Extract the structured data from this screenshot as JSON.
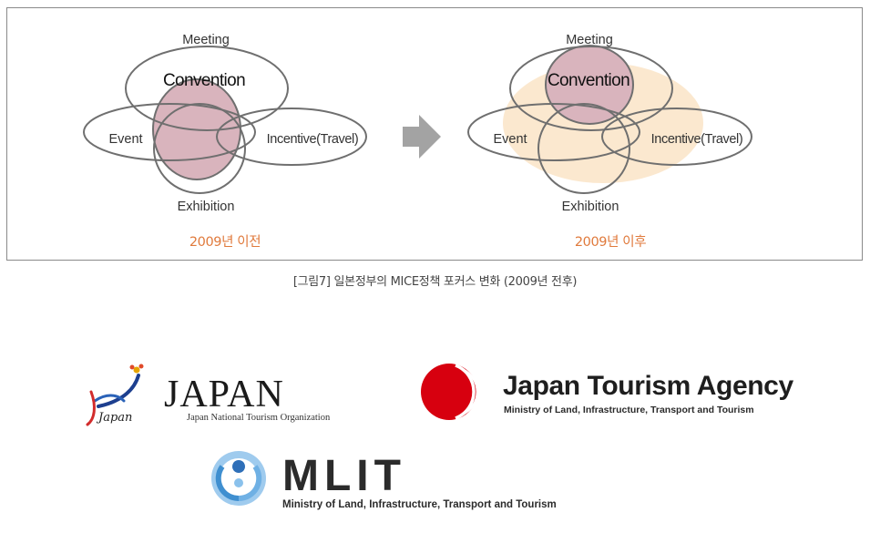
{
  "diagrams": [
    {
      "id": "before",
      "labels": {
        "meeting": "Meeting",
        "convention": "Convention",
        "event": "Event",
        "incentive": "Incentive(Travel)",
        "exhibition": "Exhibition"
      },
      "period": "2009년 이전",
      "highlight": false
    },
    {
      "id": "after",
      "labels": {
        "meeting": "Meeting",
        "convention": "Convention",
        "event": "Event",
        "incentive": "Incentive(Travel)",
        "exhibition": "Exhibition"
      },
      "period": "2009년 이후",
      "highlight": true
    }
  ],
  "caption": "[그림7] 일본정부의 MICE정책 포커스 변화 (2009년 전후)",
  "logos": {
    "jnto": {
      "script_word": "Japan",
      "wordmark": "JAPAN",
      "subtitle": "Japan National Tourism Organization"
    },
    "jta": {
      "name": "Japan Tourism Agency",
      "subtitle": "Ministry of Land, Infrastructure, Transport and Tourism"
    },
    "mlit": {
      "wordmark": "MLIT",
      "subtitle": "Ministry of Land, Infrastructure, Transport and Tourism"
    }
  },
  "colors": {
    "outline": "#6f6f6f",
    "convention_fill": "#d9b4bd",
    "highlight_fill": "#fbe8cf",
    "period_text": "#e07a3c",
    "arrow": "#a3a3a3",
    "jta_red": "#d7000f",
    "mlit_blue": "#3f8fd0",
    "mlit_dark": "#2b2b2b"
  }
}
